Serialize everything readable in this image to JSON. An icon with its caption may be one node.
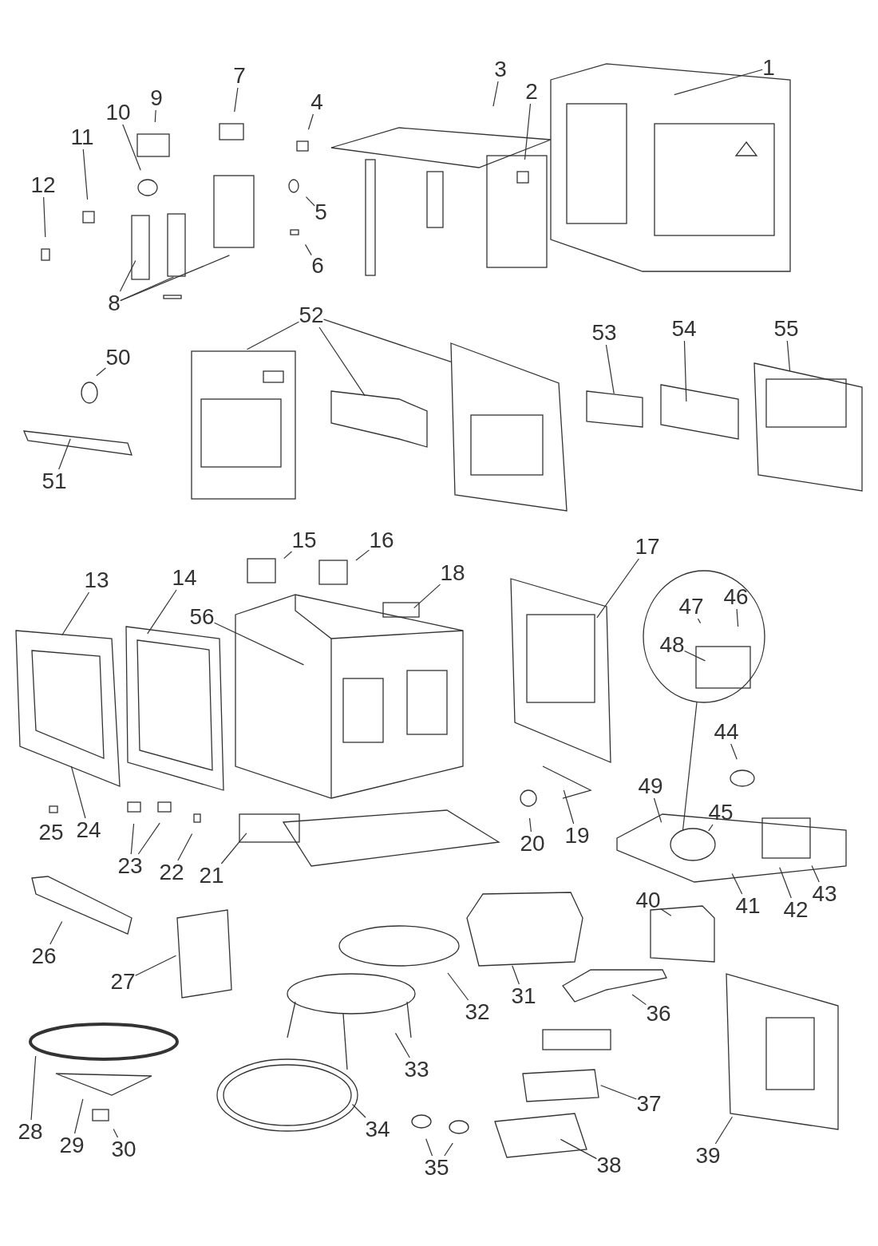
{
  "diagram": {
    "nodes": [
      {
        "text": [
          "1"
        ]
      },
      {
        "text": [
          "2"
        ]
      },
      {
        "text": [
          "3"
        ]
      },
      {
        "text": [
          "4"
        ]
      },
      {
        "text": [
          "5"
        ]
      },
      {
        "text": [
          "6"
        ]
      },
      {
        "text": [
          "7"
        ]
      },
      {
        "text": [
          "8"
        ]
      },
      {
        "text": [
          "9"
        ]
      },
      {
        "text": [
          "10"
        ]
      },
      {
        "text": [
          "11"
        ]
      },
      {
        "text": [
          "12"
        ]
      },
      {
        "text": [
          "13"
        ]
      },
      {
        "text": [
          "14"
        ]
      },
      {
        "text": [
          "15"
        ]
      },
      {
        "text": [
          "16"
        ]
      },
      {
        "text": [
          "17"
        ]
      },
      {
        "text": [
          "18"
        ]
      },
      {
        "text": [
          "19"
        ]
      },
      {
        "text": [
          "20"
        ]
      },
      {
        "text": [
          "21"
        ]
      },
      {
        "text": [
          "22"
        ]
      },
      {
        "text": [
          "23"
        ]
      },
      {
        "text": [
          "24"
        ]
      },
      {
        "text": [
          "26"
        ]
      },
      {
        "text": [
          "27"
        ]
      },
      {
        "text": [
          "28"
        ]
      },
      {
        "text": [
          "29"
        ]
      },
      {
        "text": [
          "30"
        ]
      },
      {
        "text": [
          "31"
        ]
      },
      {
        "text": [
          "32"
        ]
      },
      {
        "text": [
          "33"
        ]
      },
      {
        "text": [
          "34"
        ]
      },
      {
        "text": [
          "35"
        ]
      },
      {
        "text": [
          "36"
        ]
      },
      {
        "text": [
          "37"
        ]
      },
      {
        "text": [
          "38"
        ]
      },
      {
        "text": [
          "39"
        ]
      },
      {
        "text": [
          "40"
        ]
      },
      {
        "text": [
          "41"
        ]
      },
      {
        "text": [
          "42"
        ]
      },
      {
        "text": [
          "43"
        ]
      },
      {
        "text": [
          "44"
        ]
      },
      {
        "text": [
          "45"
        ]
      },
      {
        "text": [],
        "shape": "circle"
      },
      {
        "text": [
          "46"
        ],
        "in": 44
      },
      {
        "text": [
          "47"
        ],
        "in": 44
      },
      {
        "text": [
          "48"
        ],
        "in": 44
      },
      {
        "text": [
          "49"
        ]
      },
      {
        "text": [
          "50"
        ]
      },
      {
        "text": [
          "51"
        ]
      },
      {
        "text": [
          "52"
        ]
      },
      {
        "text": [
          "53"
        ]
      },
      {
        "text": [
          "54"
        ]
      },
      {
        "text": [
          "55"
        ]
      },
      {
        "text": [
          "56"
        ]
      }
    ],
    "edges": [
      {
        "from": 0,
        "to": null,
        "arrow": "none"
      },
      {
        "from": 1,
        "to": null,
        "arrow": "none"
      },
      {
        "from": 2,
        "to": null,
        "arrow": "none"
      },
      {
        "from": 3,
        "to": null,
        "arrow": "none"
      },
      {
        "from": 4,
        "to": null,
        "arrow": "none"
      },
      {
        "from": 5,
        "to": null,
        "arrow": "none"
      },
      {
        "from": 6,
        "to": null,
        "arrow": "none"
      },
      {
        "from": 7,
        "to": null,
        "arrow": "none"
      },
      {
        "from": 7,
        "to": null,
        "arrow": "none"
      },
      {
        "from": 7,
        "to": null,
        "arrow": "none"
      },
      {
        "from": 8,
        "to": null,
        "arrow": "none"
      },
      {
        "from": 9,
        "to": null,
        "arrow": "none"
      },
      {
        "from": 10,
        "to": null,
        "arrow": "none"
      },
      {
        "from": 11,
        "to": null,
        "arrow": "none"
      },
      {
        "from": 12,
        "to": null,
        "arrow": "none"
      },
      {
        "from": 13,
        "to": null,
        "arrow": "none"
      },
      {
        "from": 14,
        "to": null,
        "arrow": "none"
      },
      {
        "from": 15,
        "to": null,
        "arrow": "none"
      },
      {
        "from": 16,
        "to": null,
        "arrow": "none"
      },
      {
        "from": 17,
        "to": null,
        "arrow": "none"
      },
      {
        "from": 18,
        "to": null,
        "arrow": "none"
      },
      {
        "from": 19,
        "to": null,
        "arrow": "none"
      },
      {
        "from": 20,
        "to": null,
        "arrow": "none"
      },
      {
        "from": 21,
        "to": null,
        "arrow": "none"
      },
      {
        "from": 22,
        "to": null,
        "arrow": "none"
      },
      {
        "from": 22,
        "to": null,
        "arrow": "none"
      },
      {
        "from": 23,
        "to": null,
        "arrow": "none"
      },
      {
        "from": 24,
        "to": null,
        "arrow": "none"
      },
      {
        "from": 25,
        "to": null,
        "arrow": "none"
      },
      {
        "from": 26,
        "to": null,
        "arrow": "none"
      },
      {
        "from": 27,
        "to": null,
        "arrow": "none"
      },
      {
        "from": 28,
        "to": null,
        "arrow": "none"
      },
      {
        "from": 29,
        "to": null,
        "arrow": "none"
      },
      {
        "from": 30,
        "to": null,
        "arrow": "none"
      },
      {
        "from": 31,
        "to": null,
        "arrow": "none"
      },
      {
        "from": 32,
        "to": null,
        "arrow": "none"
      },
      {
        "from": 33,
        "to": null,
        "arrow": "none"
      },
      {
        "from": 33,
        "to": null,
        "arrow": "none"
      },
      {
        "from": 34,
        "to": null,
        "arrow": "none"
      },
      {
        "from": 35,
        "to": null,
        "arrow": "none"
      },
      {
        "from": 36,
        "to": null,
        "arrow": "none"
      },
      {
        "from": 37,
        "to": null,
        "arrow": "none"
      },
      {
        "from": 38,
        "to": null,
        "arrow": "none"
      },
      {
        "from": 39,
        "to": null,
        "arrow": "none"
      },
      {
        "from": 40,
        "to": null,
        "arrow": "none"
      },
      {
        "from": 41,
        "to": null,
        "arrow": "none"
      },
      {
        "from": 42,
        "to": null,
        "arrow": "none"
      },
      {
        "from": 43,
        "to": null,
        "arrow": "none"
      },
      {
        "from": 44,
        "to": null,
        "arrow": "none"
      },
      {
        "from": 45,
        "to": null,
        "arrow": "none"
      },
      {
        "from": 46,
        "to": null,
        "arrow": "none"
      },
      {
        "from": 47,
        "to": null,
        "arrow": "none"
      },
      {
        "from": 48,
        "to": null,
        "arrow": "none"
      },
      {
        "from": 49,
        "to": null,
        "arrow": "none"
      },
      {
        "from": 50,
        "to": null,
        "arrow": "none"
      },
      {
        "from": 51,
        "to": null,
        "arrow": "none"
      },
      {
        "from": 51,
        "to": null,
        "arrow": "none"
      },
      {
        "from": 51,
        "to": null,
        "arrow": "none"
      },
      {
        "from": 52,
        "to": null,
        "arrow": "none"
      },
      {
        "from": 53,
        "to": null,
        "arrow": "none"
      },
      {
        "from": 54,
        "to": null,
        "arrow": "none"
      },
      {
        "from": 55,
        "to": null,
        "arrow": "none"
      }
    ],
    "labels": [
      "25"
    ]
  }
}
